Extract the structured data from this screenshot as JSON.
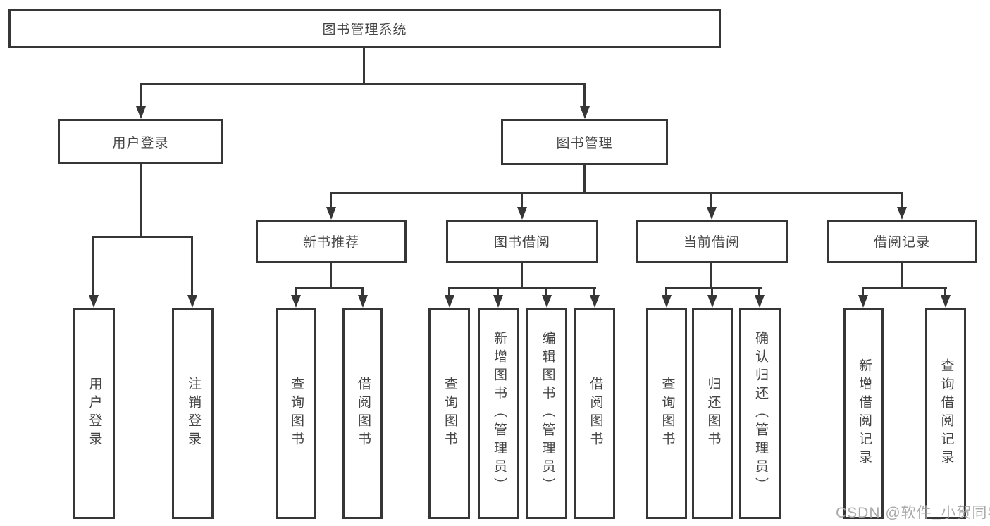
{
  "diagram": {
    "title": "图书管理系统",
    "branches": [
      {
        "label": "用户登录",
        "children": [
          {
            "label": "用户登录"
          },
          {
            "label": "注销登录"
          }
        ]
      },
      {
        "label": "图书管理",
        "children": [
          {
            "label": "新书推荐",
            "children": [
              {
                "label": "查询图书"
              },
              {
                "label": "借阅图书"
              }
            ]
          },
          {
            "label": "图书借阅",
            "children": [
              {
                "label": "查询图书"
              },
              {
                "label": "新增图书（管理员）"
              },
              {
                "label": "编辑图书（管理员）"
              },
              {
                "label": "借阅图书"
              }
            ]
          },
          {
            "label": "当前借阅",
            "children": [
              {
                "label": "查询图书"
              },
              {
                "label": "归还图书"
              },
              {
                "label": "确认归还（管理员）"
              }
            ]
          },
          {
            "label": "借阅记录",
            "children": [
              {
                "label": "新增借阅记录"
              },
              {
                "label": "查询借阅记录"
              }
            ]
          }
        ]
      }
    ]
  },
  "watermark": "CSDN @软件_小贺同学",
  "colors": {
    "line": "#363636",
    "text": "#454545",
    "watermark": "#a3a3a3",
    "background": "#ffffff"
  }
}
